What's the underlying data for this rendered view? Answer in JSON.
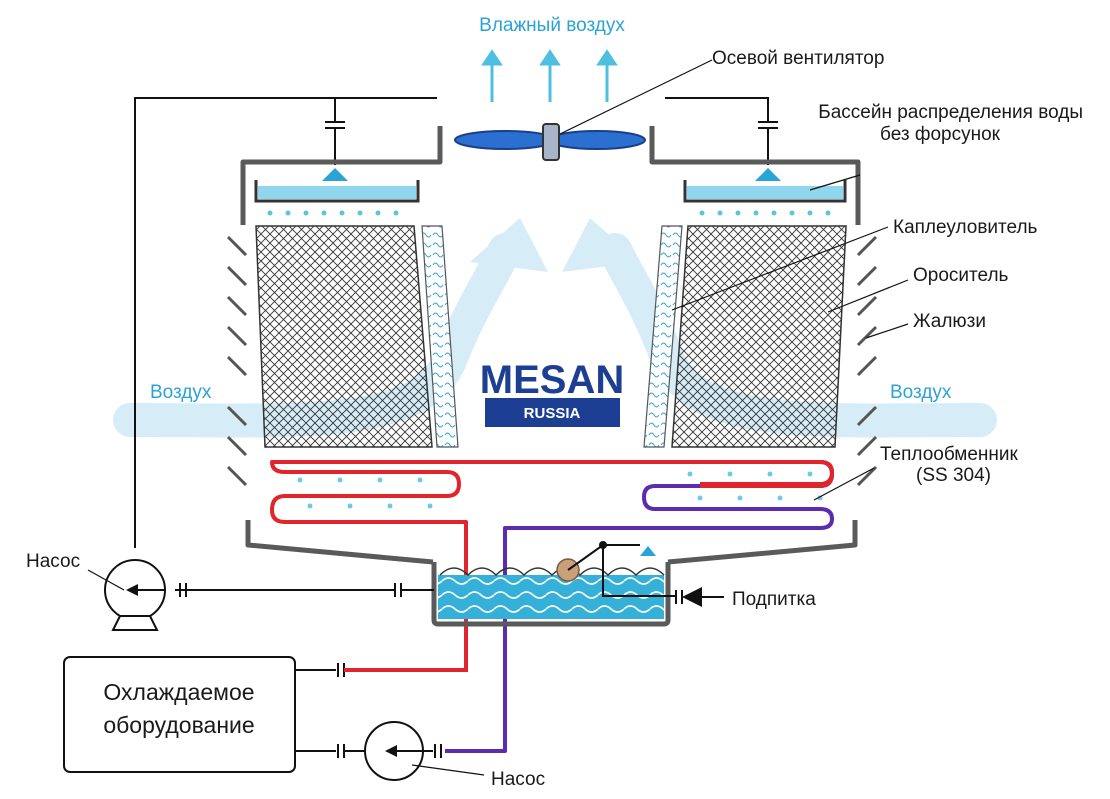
{
  "labels": {
    "humid_air": "Влажный воздух",
    "axial_fan": "Осевой вентилятор",
    "basin_line1": "Бассейн распределения воды",
    "basin_line2": "без форсунок",
    "drift_eliminator": "Каплеуловитель",
    "fill": "Ороситель",
    "louvers": "Жалюзи",
    "air_left": "Воздух",
    "air_right": "Воздух",
    "heat_exchanger_line1": "Теплообменник",
    "heat_exchanger_line2": "(SS 304)",
    "pump_top": "Насос",
    "makeup": "Подпитка",
    "equipment_line1": "Охлаждаемое",
    "equipment_line2": "оборудование",
    "pump_bottom": "Насос"
  },
  "logo": {
    "name": "MESAN",
    "sub": "RUSSIA"
  },
  "colors": {
    "hot_line": "#e0262c",
    "cold_line": "#2b2ba8",
    "water": "#39b3d9",
    "air_arrow": "#cfe9f6",
    "casing": "#5a5a5a",
    "logo": "#1d3f93"
  }
}
